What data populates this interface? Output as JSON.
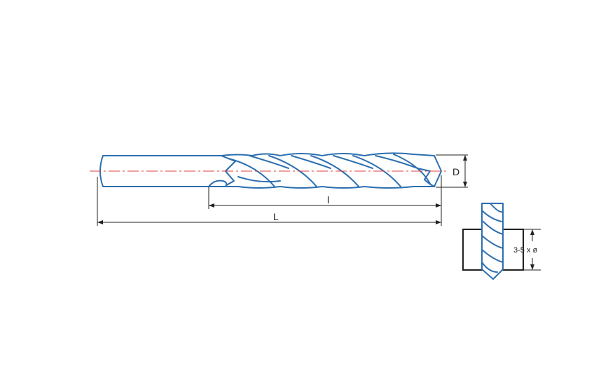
{
  "labels": {
    "diameter": "D",
    "flute_length": "l",
    "overall_length": "L",
    "depth_note": "3-5 x ø"
  },
  "colors": {
    "outline": "#2d6fb0",
    "fill": "#ffffff",
    "centerline": "#e0413f",
    "dimension": "#222222"
  }
}
